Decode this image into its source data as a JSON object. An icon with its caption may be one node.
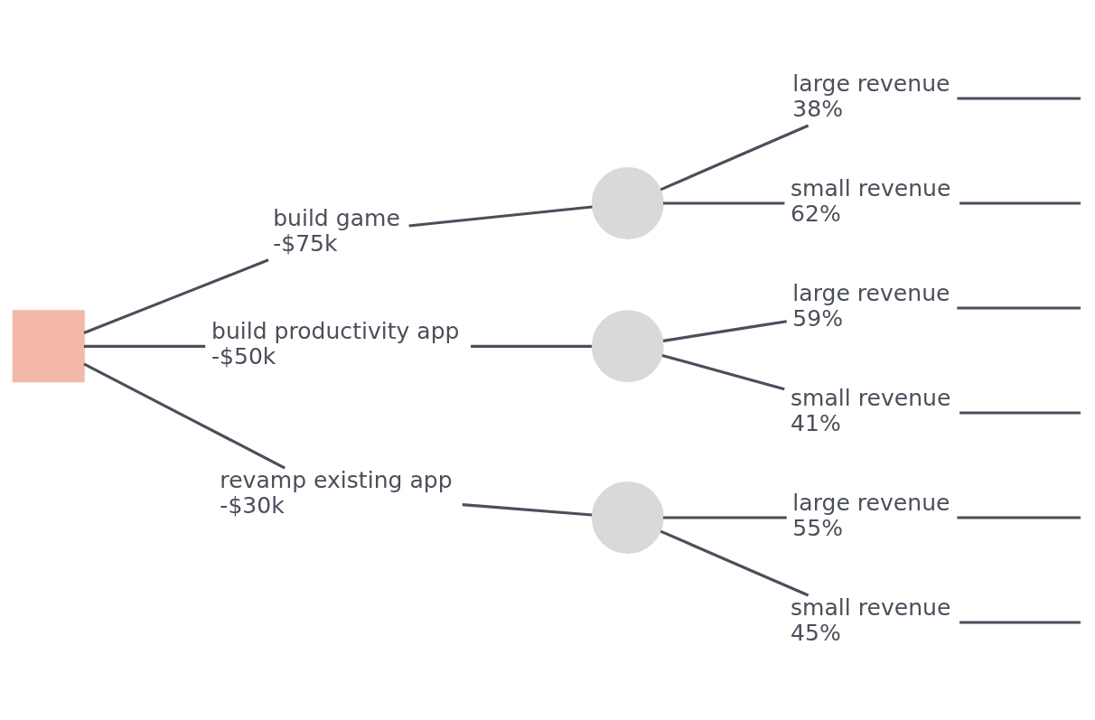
{
  "diagram": {
    "nodes": [
      {
        "text": [],
        "shape": "box"
      },
      {
        "text": [
          "build game",
          "-$75k"
        ]
      },
      {
        "text": [
          "build productivity app",
          "-$50k"
        ]
      },
      {
        "text": [
          "revamp existing app",
          "-$30k"
        ]
      },
      {
        "text": [],
        "shape": "circle"
      },
      {
        "text": [],
        "shape": "circle"
      },
      {
        "text": [],
        "shape": "circle"
      },
      {
        "text": [
          "large revenue",
          "38%"
        ]
      },
      {
        "text": [
          "small revenue",
          "62%"
        ]
      },
      {
        "text": [
          "large revenue",
          "59%"
        ]
      },
      {
        "text": [
          "small revenue",
          "41%"
        ]
      },
      {
        "text": [
          "large revenue",
          "55%"
        ]
      },
      {
        "text": [
          "small revenue",
          "45%"
        ]
      }
    ],
    "edges": [
      {
        "from": 0,
        "to": 1,
        "arrow": "none"
      },
      {
        "from": 0,
        "to": 2,
        "arrow": "none"
      },
      {
        "from": 0,
        "to": 3,
        "arrow": "none"
      },
      {
        "from": 1,
        "to": 4,
        "arrow": "none"
      },
      {
        "from": 2,
        "to": 5,
        "arrow": "none"
      },
      {
        "from": 3,
        "to": 6,
        "arrow": "none"
      },
      {
        "from": 4,
        "to": 7,
        "arrow": "none"
      },
      {
        "from": 4,
        "to": 8,
        "arrow": "none"
      },
      {
        "from": 5,
        "to": 9,
        "arrow": "none"
      },
      {
        "from": 5,
        "to": 10,
        "arrow": "none"
      },
      {
        "from": 6,
        "to": 11,
        "arrow": "none"
      },
      {
        "from": 6,
        "to": 12,
        "arrow": "none"
      },
      {
        "from": 7,
        "to": null,
        "arrow": "none"
      },
      {
        "from": 8,
        "to": null,
        "arrow": "none"
      },
      {
        "from": 9,
        "to": null,
        "arrow": "none"
      },
      {
        "from": 10,
        "to": null,
        "arrow": "none"
      },
      {
        "from": 11,
        "to": null,
        "arrow": "none"
      },
      {
        "from": 12,
        "to": null,
        "arrow": "none"
      }
    ]
  }
}
